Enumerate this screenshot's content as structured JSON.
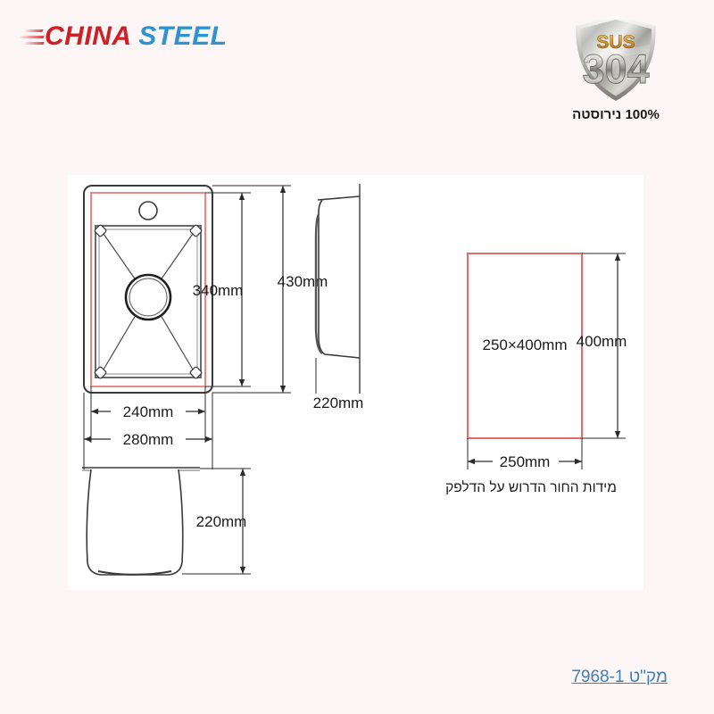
{
  "brand": {
    "name_part1": "CHINA",
    "name_part2": "STEEL",
    "color_red": "#cf2026",
    "color_blue": "#2e93d0"
  },
  "certification": {
    "badge_top_text": "SUS",
    "badge_grade": "304",
    "caption": "100% נירוסטה"
  },
  "drawing": {
    "top_view": {
      "outer_width": "280mm",
      "inner_width": "240mm",
      "outer_height": "430mm",
      "inner_height": "340mm"
    },
    "side_view": {
      "depth_label": "220mm"
    },
    "front_section_view": {
      "height_label": "220mm"
    },
    "cutout_view": {
      "center_label": "250×400mm",
      "width_label": "250mm",
      "height_label": "400mm",
      "caption": "מידות   החור הדרוש על הדלפק"
    }
  },
  "sku": {
    "label": "מק\"ט 7968-1"
  },
  "colors": {
    "page_background": "#fdf6f6",
    "drawing_background": "#ffffff",
    "outline_dark": "#3a3a3a",
    "outline_red": "#e36a6a",
    "dimension_line": "#2b2b2b",
    "sku_blue": "#3f7fb8"
  }
}
